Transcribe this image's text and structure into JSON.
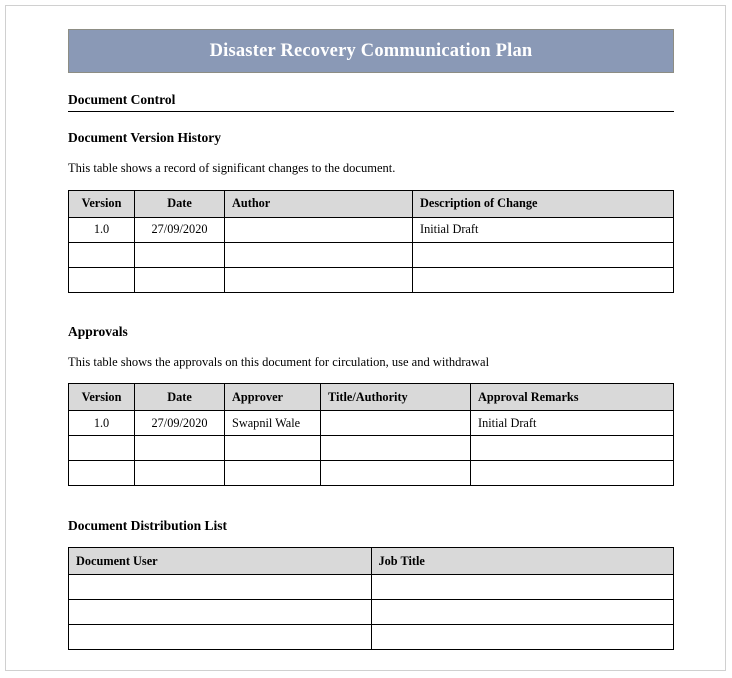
{
  "document": {
    "title": "Disaster Recovery Communication Plan",
    "section_heading": "Document Control"
  },
  "version_history": {
    "heading": "Document Version History",
    "description": "This table shows a record of significant changes to the document.",
    "columns": [
      "Version",
      "Date",
      "Author",
      "Description of Change"
    ],
    "rows": [
      {
        "version": "1.0",
        "date": "27/09/2020",
        "author": "",
        "description": "Initial Draft"
      },
      {
        "version": "",
        "date": "",
        "author": "",
        "description": ""
      },
      {
        "version": "",
        "date": "",
        "author": "",
        "description": ""
      }
    ]
  },
  "approvals": {
    "heading": "Approvals",
    "description": "This table shows the approvals on this document for circulation, use and withdrawal",
    "columns": [
      "Version",
      "Date",
      "Approver",
      "Title/Authority",
      "Approval Remarks"
    ],
    "rows": [
      {
        "version": "1.0",
        "date": "27/09/2020",
        "approver": "Swapnil Wale",
        "title": "",
        "remarks": "Initial Draft"
      },
      {
        "version": "",
        "date": "",
        "approver": "",
        "title": "",
        "remarks": ""
      },
      {
        "version": "",
        "date": "",
        "approver": "",
        "title": "",
        "remarks": ""
      }
    ]
  },
  "distribution": {
    "heading": "Document Distribution List",
    "columns": [
      "Document User",
      "Job Title"
    ],
    "rows": [
      {
        "user": "",
        "job_title": ""
      },
      {
        "user": "",
        "job_title": ""
      },
      {
        "user": "",
        "job_title": ""
      }
    ]
  },
  "colors": {
    "banner_background": "#8a99b6",
    "banner_text": "#ffffff",
    "table_header_background": "#d9d9d9",
    "table_border": "#000000",
    "page_border": "#d0d0d0"
  }
}
